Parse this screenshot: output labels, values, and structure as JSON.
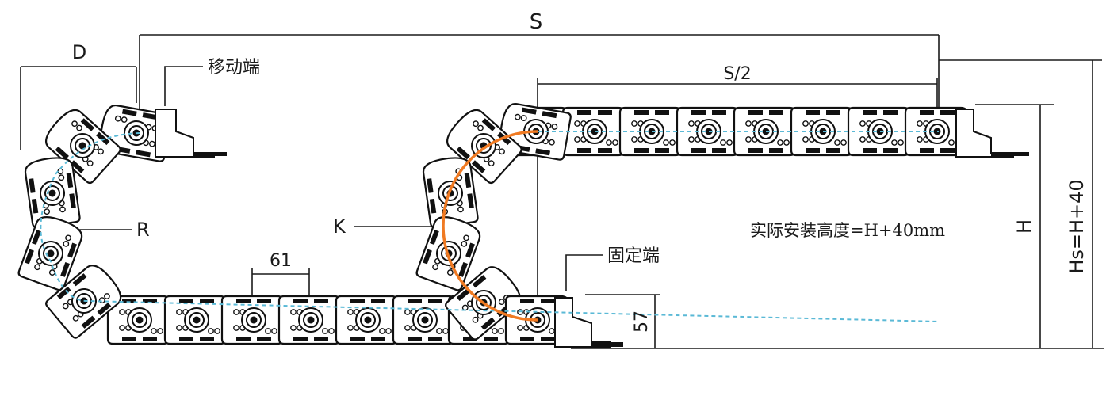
{
  "labels": {
    "stroke_length": "S",
    "half_stroke": "S/2",
    "offset": "D",
    "moving_end": "移动端",
    "fixed_end": "固定端",
    "radius": "R",
    "bend": "K",
    "pitch": "61",
    "chain_height": "57",
    "height": "H",
    "install_height": "Hs=H+40",
    "note": "实际安装高度=H+40mm"
  },
  "colors": {
    "line": "#1a1a1a",
    "centerline": "#5ab9d6",
    "bend_arc": "#f07a22",
    "chain": "#111111"
  }
}
